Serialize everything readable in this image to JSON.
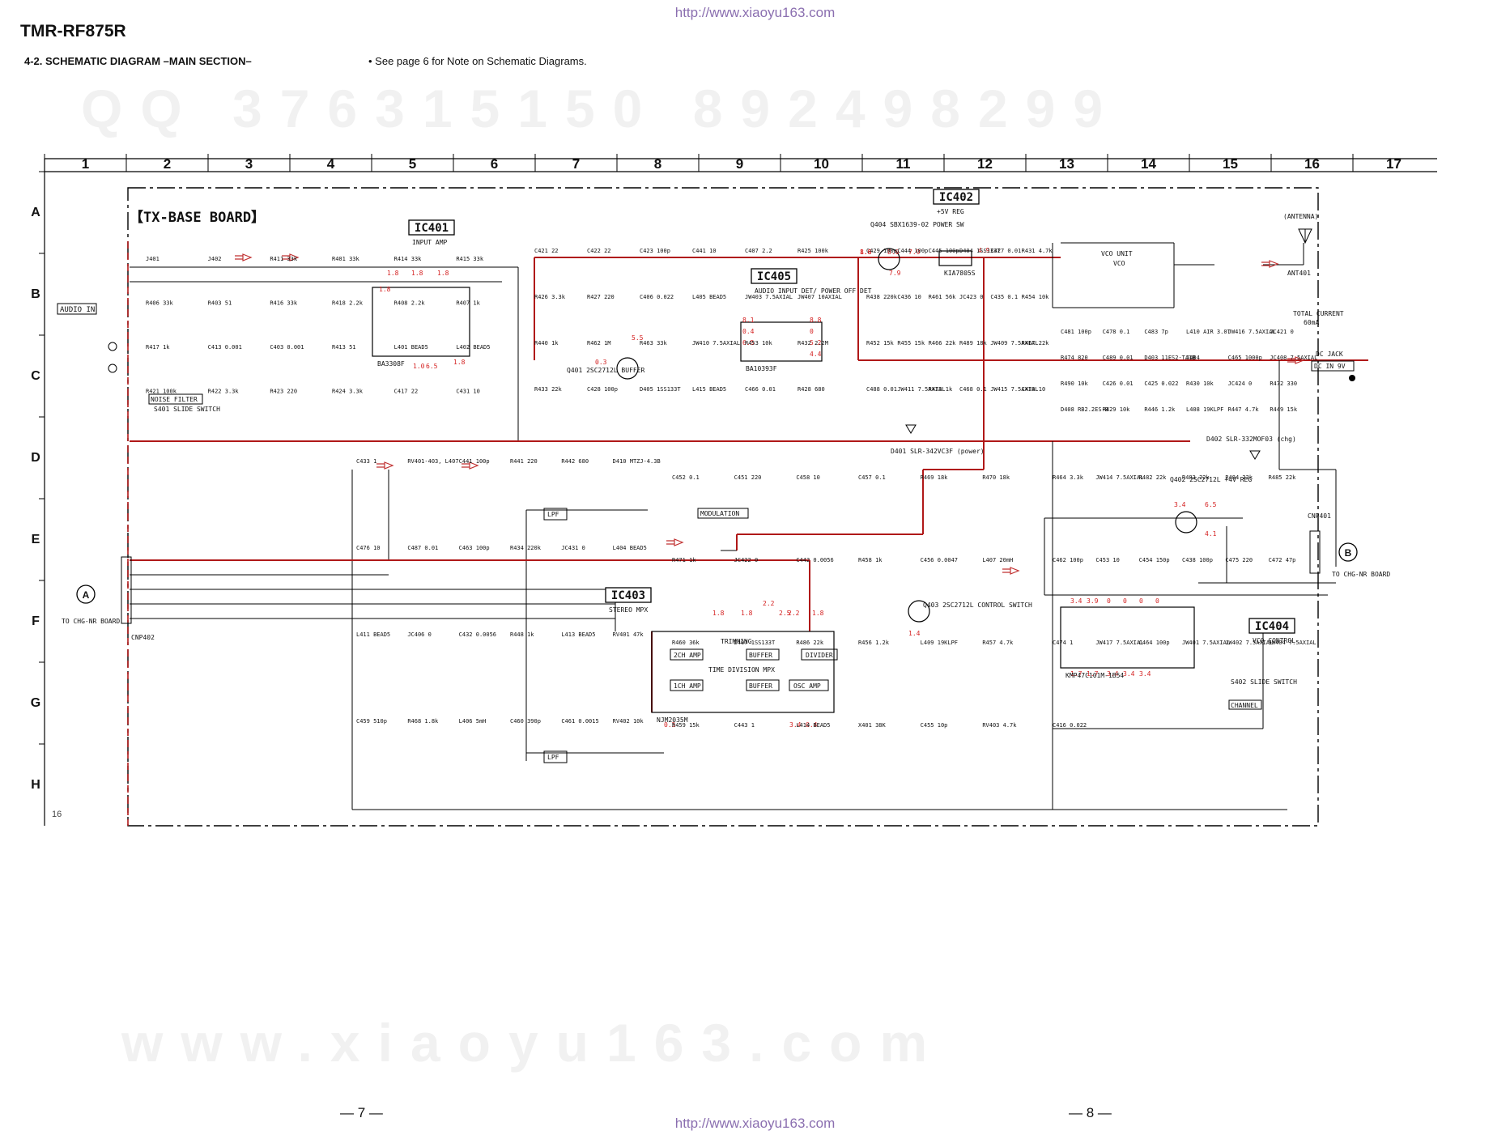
{
  "header": {
    "url": "http://www.xiaoyu163.com",
    "model": "TMR-RF875R",
    "section_title": "4-2. SCHEMATIC DIAGRAM  –MAIN SECTION–",
    "note": "• See page 6 for Note on Schematic Diagrams.",
    "watermark_code": "QQ 376315150   892498299",
    "watermark_site": "www.xiaoyu163.com"
  },
  "pages": {
    "left": "— 7 —",
    "right": "— 8 —",
    "small": "16"
  },
  "grid": {
    "columns": [
      "1",
      "2",
      "3",
      "4",
      "5",
      "6",
      "7",
      "8",
      "9",
      "10",
      "11",
      "12",
      "13",
      "14",
      "15",
      "16",
      "17"
    ],
    "rows": [
      "A",
      "B",
      "C",
      "D",
      "E",
      "F",
      "G",
      "H"
    ]
  },
  "board": {
    "title": "【TX-BASE BOARD】",
    "audio_in": "AUDIO IN",
    "noise_filter": "NOISE FILTER",
    "modulation": "MODULATION",
    "channel": "CHANNEL",
    "antenna": "(ANTENNA)",
    "ant401": "ANT401",
    "total_current": "TOTAL CURRENT",
    "total_current_val": "60mA",
    "dc_jack": "DC JACK",
    "dc_in": "DC IN 9V",
    "cnp401": "CNP401",
    "cnp402": "CNP402",
    "conn_a_label": "TO CHG-NR BOARD",
    "conn_b_label": "TO CHG-NR BOARD",
    "conn_a": "A",
    "conn_b": "B"
  },
  "ic_blocks": [
    {
      "id": "IC401",
      "desc": "INPUT AMP",
      "part": "BA3308F"
    },
    {
      "id": "IC402",
      "desc": "+5V REG",
      "part": "KIA7805S"
    },
    {
      "id": "IC403",
      "desc": "STEREO MPX",
      "part": "NJM2035M"
    },
    {
      "id": "IC404",
      "desc": "VCO CONTROL",
      "part": "KMP47C101M-1B54"
    },
    {
      "id": "IC405",
      "desc": "AUDIO INPUT DET/ POWER OFF DET",
      "part": "BA10393F"
    }
  ],
  "blocks": {
    "vco": "VCO UNIT",
    "vco2": "VCO",
    "lpf": "LPF",
    "buffer": "BUFFER",
    "divider": "DIVIDER",
    "osc_amp": "OSC AMP",
    "r_amp": "2CH AMP",
    "l_amp": "1CH AMP",
    "time_div": "TIME DIVISION MPX",
    "trimming": "TRIMMING",
    "q401": "Q401 2SC2712L BUFFER",
    "q402": "Q402 2SC2712L +4V REG",
    "q403": "Q403 2SC2712L CONTROL SWITCH",
    "q404": "Q404 SBX1639-02 POWER SW",
    "d401": "D401 SLR-342VC3F (power)",
    "d402": "D402 SLR-332MOF03 (chg)",
    "s401": "S401 SLIDE SWITCH",
    "s402": "S402 SLIDE SWITCH"
  },
  "labels": [
    {
      "t": "J401"
    },
    {
      "t": "J402"
    },
    {
      "t": "R411 33k"
    },
    {
      "t": "R401 33k"
    },
    {
      "t": "R414 33k"
    },
    {
      "t": "R415 33k"
    },
    {
      "t": "R406 33k"
    },
    {
      "t": "R403 51"
    },
    {
      "t": "R416 33k"
    },
    {
      "t": "R418 2.2k"
    },
    {
      "t": "R408 2.2k"
    },
    {
      "t": "R407 1k"
    },
    {
      "t": "R417 1k"
    },
    {
      "t": "C413 0.001"
    },
    {
      "t": "C403 0.001"
    },
    {
      "t": "R413 51"
    },
    {
      "t": "L401 BEAD5"
    },
    {
      "t": "L402 BEAD5"
    },
    {
      "t": "R421 100k"
    },
    {
      "t": "R422 3.3k"
    },
    {
      "t": "R423 220"
    },
    {
      "t": "R424 3.3k"
    },
    {
      "t": "C417 22"
    },
    {
      "t": "C431 10"
    },
    {
      "t": "C421 22"
    },
    {
      "t": "C422 22"
    },
    {
      "t": "C423 100p"
    },
    {
      "t": "C441 10"
    },
    {
      "t": "C407 2.2"
    },
    {
      "t": "R425 100k"
    },
    {
      "t": "R426 3.3k"
    },
    {
      "t": "R427 220"
    },
    {
      "t": "C406 0.022"
    },
    {
      "t": "L405 BEAD5"
    },
    {
      "t": "JW403 7.5AXIAL"
    },
    {
      "t": "JW407 10AXIAL"
    },
    {
      "t": "R440 1k"
    },
    {
      "t": "R462 1M"
    },
    {
      "t": "R463 33k"
    },
    {
      "t": "JW410 7.5AXIAL"
    },
    {
      "t": "R453 10k"
    },
    {
      "t": "R432 2.2M"
    },
    {
      "t": "R433 22k"
    },
    {
      "t": "C428 100p"
    },
    {
      "t": "D405 1SS133T"
    },
    {
      "t": "L415 BEAD5"
    },
    {
      "t": "C466 0.01"
    },
    {
      "t": "R428 680"
    },
    {
      "t": "C429 100p"
    },
    {
      "t": "C444 100p"
    },
    {
      "t": "C445 100p"
    },
    {
      "t": "D404 1SS133T"
    },
    {
      "t": "C427 0.01"
    },
    {
      "t": "R431 4.7k"
    },
    {
      "t": "R438 220k"
    },
    {
      "t": "C436 10"
    },
    {
      "t": "R461 56k"
    },
    {
      "t": "JC423 0"
    },
    {
      "t": "C435 0.1"
    },
    {
      "t": "R454 10k"
    },
    {
      "t": "R452 15k"
    },
    {
      "t": "R455 15k"
    },
    {
      "t": "R466 22k"
    },
    {
      "t": "R489 18k"
    },
    {
      "t": "JW409 7.5AXIAL"
    },
    {
      "t": "R467 22k"
    },
    {
      "t": "C488 0.01"
    },
    {
      "t": "JW411 7.5AXIAL"
    },
    {
      "t": "R473 1k"
    },
    {
      "t": "C468 0.1"
    },
    {
      "t": "JW415 7.5AXIAL"
    },
    {
      "t": "C470 10"
    },
    {
      "t": "C481 100p"
    },
    {
      "t": "C478 0.1"
    },
    {
      "t": "C483 7p"
    },
    {
      "t": "L410 AIR 3.0T"
    },
    {
      "t": "JW416 7.5AXIAL"
    },
    {
      "t": "JC421 0"
    },
    {
      "t": "R474 820"
    },
    {
      "t": "C489 0.01"
    },
    {
      "t": "D403 11ES2-TA1B"
    },
    {
      "t": "J404"
    },
    {
      "t": "C465 1000p"
    },
    {
      "t": "JC408 7.5AXIAL"
    },
    {
      "t": "R490 10k"
    },
    {
      "t": "C426 0.01"
    },
    {
      "t": "C425 0.022"
    },
    {
      "t": "R430 10k"
    },
    {
      "t": "JC424 0"
    },
    {
      "t": "R472 330"
    },
    {
      "t": "D408 RB2.2ES-B"
    },
    {
      "t": "R429 10k"
    },
    {
      "t": "R446 1.2k"
    },
    {
      "t": "L408 19KLPF"
    },
    {
      "t": "R447 4.7k"
    },
    {
      "t": "R449 15k"
    },
    {
      "t": "C433 1"
    },
    {
      "t": "RV401-403, L407"
    },
    {
      "t": "C441 100p"
    },
    {
      "t": "R441 220"
    },
    {
      "t": "R442 680"
    },
    {
      "t": "D410 MTZJ-4.3B"
    },
    {
      "t": "C476 10"
    },
    {
      "t": "C487 0.01"
    },
    {
      "t": "C463 100p"
    },
    {
      "t": "R434 220k"
    },
    {
      "t": "JC431 0"
    },
    {
      "t": "L404 BEAD5"
    },
    {
      "t": "L411 BEAD5"
    },
    {
      "t": "JC406 0"
    },
    {
      "t": "C432 0.0056"
    },
    {
      "t": "R448 1k"
    },
    {
      "t": "L413 BEAD5"
    },
    {
      "t": "RV401 47k"
    },
    {
      "t": "C459 510p"
    },
    {
      "t": "R468 1.8k"
    },
    {
      "t": "L406 5mH"
    },
    {
      "t": "C460 390p"
    },
    {
      "t": "C461 0.0015"
    },
    {
      "t": "RV402 10k"
    },
    {
      "t": "C452 0.1"
    },
    {
      "t": "C451 220"
    },
    {
      "t": "C458 10"
    },
    {
      "t": "C457 0.1"
    },
    {
      "t": "R469 18k"
    },
    {
      "t": "R470 18k"
    },
    {
      "t": "R471 1k"
    },
    {
      "t": "JC422 0"
    },
    {
      "t": "C442 0.0056"
    },
    {
      "t": "R458 1k"
    },
    {
      "t": "C456 0.0047"
    },
    {
      "t": "L407 20mH"
    },
    {
      "t": "R460 36k"
    },
    {
      "t": "D407 1SS133T"
    },
    {
      "t": "R486 22k"
    },
    {
      "t": "R456 1.2k"
    },
    {
      "t": "L409 19KLPF"
    },
    {
      "t": "R457 4.7k"
    },
    {
      "t": "R459 15k"
    },
    {
      "t": "C443 1"
    },
    {
      "t": "L414 BEAD5"
    },
    {
      "t": "X401 38K"
    },
    {
      "t": "C455 10p"
    },
    {
      "t": "RV403 4.7k"
    },
    {
      "t": "R464 3.3k"
    },
    {
      "t": "JW414 7.5AXIAL"
    },
    {
      "t": "R482 22k"
    },
    {
      "t": "R483 22k"
    },
    {
      "t": "R484 22k"
    },
    {
      "t": "R485 22k"
    },
    {
      "t": "C462 100p"
    },
    {
      "t": "C453 10"
    },
    {
      "t": "C454 150p"
    },
    {
      "t": "C438 100p"
    },
    {
      "t": "C475 220"
    },
    {
      "t": "C472 47p"
    },
    {
      "t": "C474 1"
    },
    {
      "t": "JW417 7.5AXIAL"
    },
    {
      "t": "C464 100p"
    },
    {
      "t": "JW401 7.5AXIAL"
    },
    {
      "t": "JW402 7.5AXIAL"
    },
    {
      "t": "JW404 7.5AXIAL"
    },
    {
      "t": "C416 0.022"
    }
  ],
  "voltages": [
    {
      "t": "8.6"
    },
    {
      "t": "8.0"
    },
    {
      "t": "7.9"
    },
    {
      "t": "7.9"
    },
    {
      "t": "4.9"
    },
    {
      "t": "8.1"
    },
    {
      "t": "8.8"
    },
    {
      "t": "0.4"
    },
    {
      "t": "0"
    },
    {
      "t": "6.5"
    },
    {
      "t": "5.2"
    },
    {
      "t": "4.4"
    },
    {
      "t": "5.5"
    },
    {
      "t": "0.3"
    },
    {
      "t": "1.8"
    },
    {
      "t": "1.8"
    },
    {
      "t": "1.8"
    },
    {
      "t": "1.8"
    },
    {
      "t": "1.0"
    },
    {
      "t": "6.5"
    },
    {
      "t": "1.8"
    },
    {
      "t": "3.4"
    },
    {
      "t": "6.5"
    },
    {
      "t": "4.1"
    },
    {
      "t": "2.2"
    },
    {
      "t": "2.5"
    },
    {
      "t": "1.4"
    },
    {
      "t": "1.8"
    },
    {
      "t": "1.8"
    },
    {
      "t": "2.2"
    },
    {
      "t": "1.8"
    },
    {
      "t": "3.4"
    },
    {
      "t": "3.9"
    },
    {
      "t": "0"
    },
    {
      "t": "0"
    },
    {
      "t": "0"
    },
    {
      "t": "0"
    },
    {
      "t": "1.7"
    },
    {
      "t": "1.7"
    },
    {
      "t": "3.4"
    },
    {
      "t": "3.4"
    },
    {
      "t": "3.4"
    },
    {
      "t": "3.4"
    },
    {
      "t": "0.4"
    },
    {
      "t": "0.5"
    },
    {
      "t": "1.8"
    }
  ],
  "colors": {
    "trace": "#000000",
    "voltage": "#d42020",
    "hot": "#b01818",
    "signal_arrow": "#c03030",
    "ink": "#111111"
  }
}
